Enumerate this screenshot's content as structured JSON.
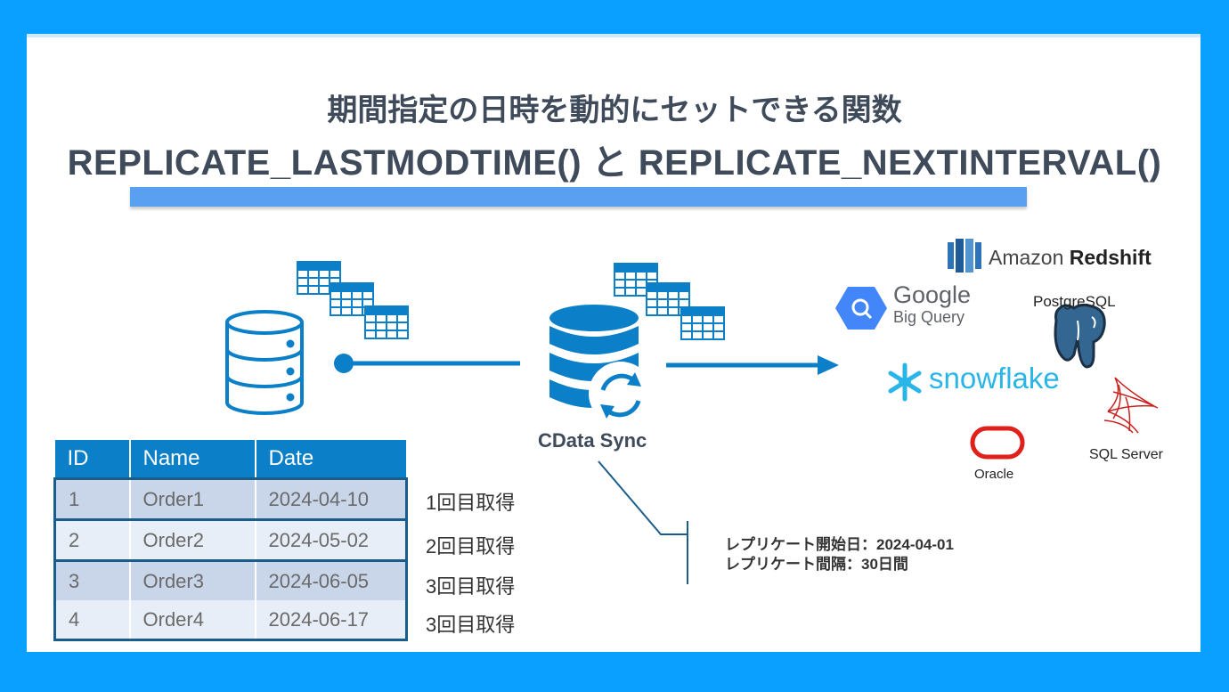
{
  "title": {
    "line1": "期間指定の日時を動的にセットできる関数",
    "line2": "REPLICATE_LASTMODTIME() と REPLICATE_NEXTINTERVAL()"
  },
  "sync": {
    "label": "CData Sync"
  },
  "note": {
    "start": "レプリケート開始日：2024-04-01",
    "interval": "レプリケート間隔：30日間"
  },
  "table": {
    "headers": [
      "ID",
      "Name",
      "Date"
    ],
    "rows": [
      [
        "1",
        "Order1",
        "2024-04-10"
      ],
      [
        "2",
        "Order2",
        "2024-05-02"
      ],
      [
        "3",
        "Order3",
        "2024-06-05"
      ],
      [
        "4",
        "Order4",
        "2024-06-17"
      ]
    ]
  },
  "fetch_labels": [
    "1回目取得",
    "2回目取得",
    "3回目取得",
    "3回目取得"
  ],
  "destinations": {
    "redshift": {
      "word1": "Amazon",
      "word2": "Redshift"
    },
    "bigquery": {
      "word1": "Google",
      "word2": "Big Query"
    },
    "postgresql": "PostgreSQL",
    "snowflake": "snowflake",
    "oracle": "Oracle",
    "sqlserver": "SQL Server"
  },
  "colors": {
    "background": "#0aa0ff",
    "title": "#3f4a5a",
    "accent": "#0b7fc7",
    "underbar": "#5aa0f0"
  }
}
